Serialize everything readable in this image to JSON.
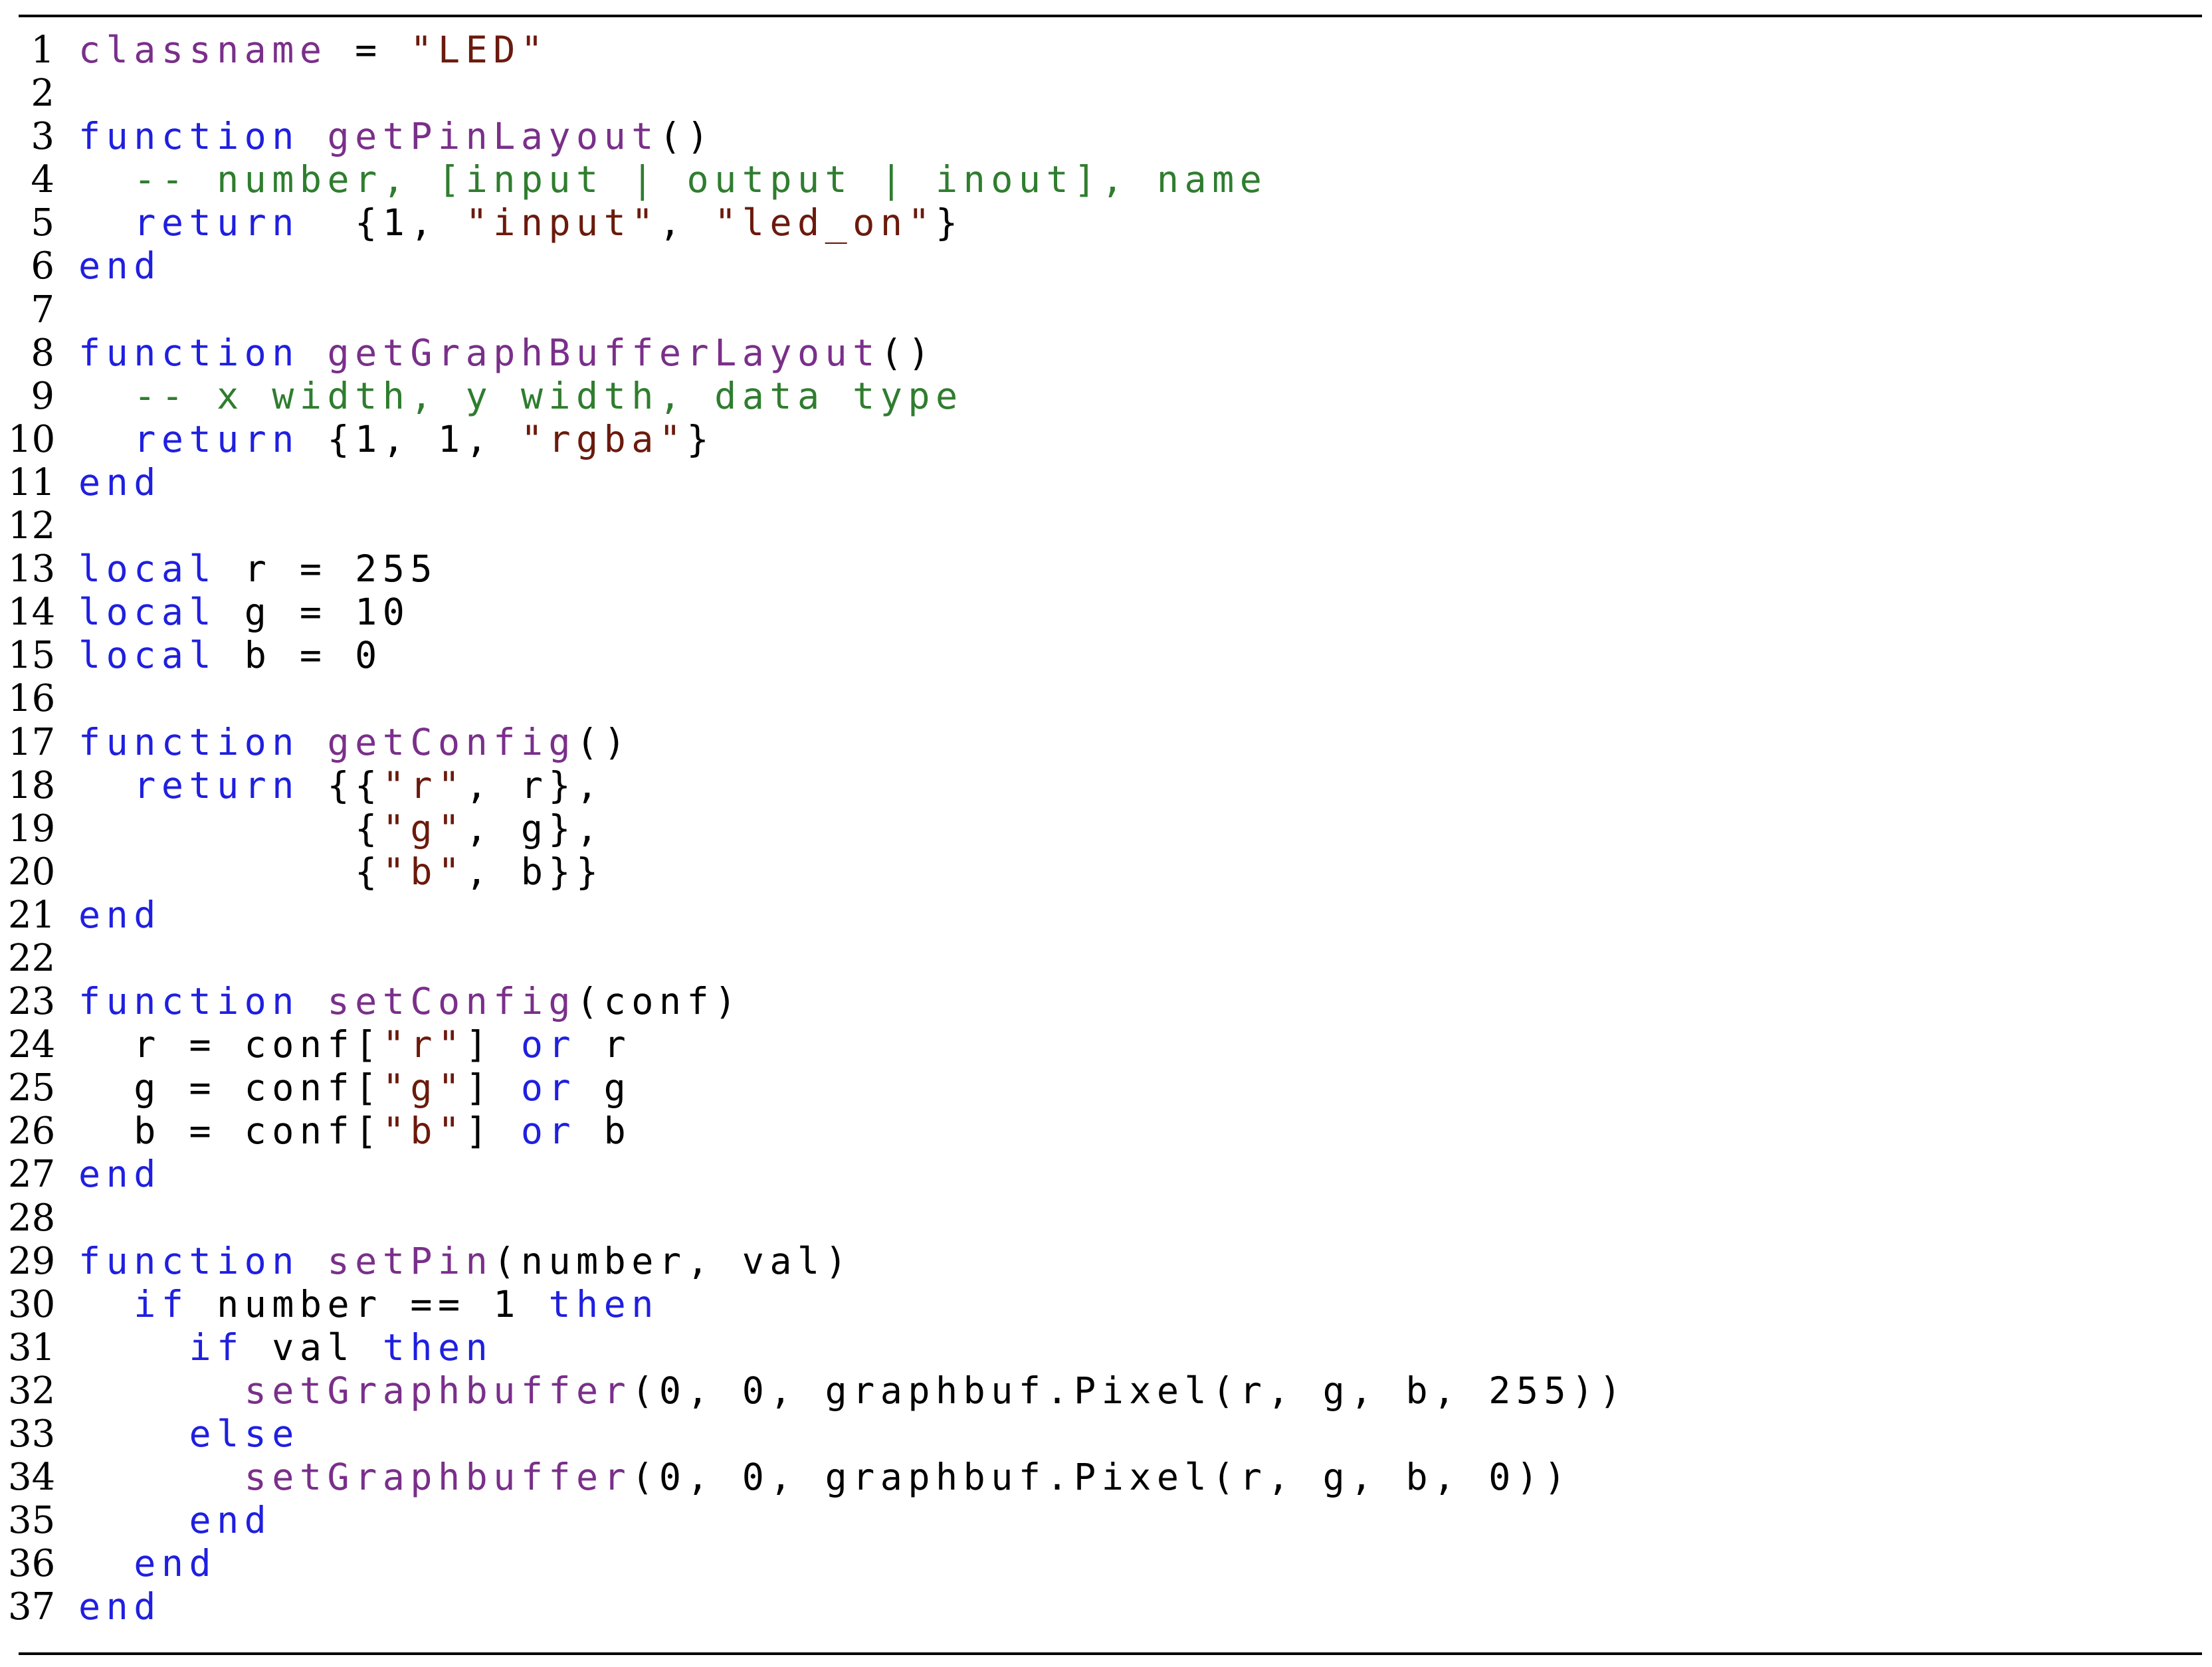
{
  "colors": {
    "keyword": "#1f1fe0",
    "function_name": "#7a2f8a",
    "string": "#6b1a0c",
    "comment": "#2f7d2f",
    "plain": "#000000"
  },
  "lines": [
    {
      "n": "1",
      "tokens": [
        {
          "t": "fn",
          "v": "classname"
        },
        {
          "t": "pl",
          "v": " = "
        },
        {
          "t": "str",
          "v": "\"LED\""
        }
      ]
    },
    {
      "n": "2",
      "tokens": []
    },
    {
      "n": "3",
      "tokens": [
        {
          "t": "kw",
          "v": "function"
        },
        {
          "t": "pl",
          "v": " "
        },
        {
          "t": "fn",
          "v": "getPinLayout"
        },
        {
          "t": "pl",
          "v": "()"
        }
      ]
    },
    {
      "n": "4",
      "tokens": [
        {
          "t": "pl",
          "v": "  "
        },
        {
          "t": "cm",
          "v": "-- number, [input | output | inout], name"
        }
      ]
    },
    {
      "n": "5",
      "tokens": [
        {
          "t": "pl",
          "v": "  "
        },
        {
          "t": "kw",
          "v": "return"
        },
        {
          "t": "pl",
          "v": "  {1, "
        },
        {
          "t": "str",
          "v": "\"input\""
        },
        {
          "t": "pl",
          "v": ", "
        },
        {
          "t": "str",
          "v": "\"led_on\""
        },
        {
          "t": "pl",
          "v": "}"
        }
      ]
    },
    {
      "n": "6",
      "tokens": [
        {
          "t": "kw",
          "v": "end"
        }
      ]
    },
    {
      "n": "7",
      "tokens": []
    },
    {
      "n": "8",
      "tokens": [
        {
          "t": "kw",
          "v": "function"
        },
        {
          "t": "pl",
          "v": " "
        },
        {
          "t": "fn",
          "v": "getGraphBufferLayout"
        },
        {
          "t": "pl",
          "v": "()"
        }
      ]
    },
    {
      "n": "9",
      "tokens": [
        {
          "t": "pl",
          "v": "  "
        },
        {
          "t": "cm",
          "v": "-- x width, y width, data type"
        }
      ]
    },
    {
      "n": "10",
      "tokens": [
        {
          "t": "pl",
          "v": "  "
        },
        {
          "t": "kw",
          "v": "return"
        },
        {
          "t": "pl",
          "v": " {1, 1, "
        },
        {
          "t": "str",
          "v": "\"rgba\""
        },
        {
          "t": "pl",
          "v": "}"
        }
      ]
    },
    {
      "n": "11",
      "tokens": [
        {
          "t": "kw",
          "v": "end"
        }
      ]
    },
    {
      "n": "12",
      "tokens": []
    },
    {
      "n": "13",
      "tokens": [
        {
          "t": "kw",
          "v": "local"
        },
        {
          "t": "pl",
          "v": " r = 255"
        }
      ]
    },
    {
      "n": "14",
      "tokens": [
        {
          "t": "kw",
          "v": "local"
        },
        {
          "t": "pl",
          "v": " g = 10"
        }
      ]
    },
    {
      "n": "15",
      "tokens": [
        {
          "t": "kw",
          "v": "local"
        },
        {
          "t": "pl",
          "v": " b = 0"
        }
      ]
    },
    {
      "n": "16",
      "tokens": []
    },
    {
      "n": "17",
      "tokens": [
        {
          "t": "kw",
          "v": "function"
        },
        {
          "t": "pl",
          "v": " "
        },
        {
          "t": "fn",
          "v": "getConfig"
        },
        {
          "t": "pl",
          "v": "()"
        }
      ]
    },
    {
      "n": "18",
      "tokens": [
        {
          "t": "pl",
          "v": "  "
        },
        {
          "t": "kw",
          "v": "return"
        },
        {
          "t": "pl",
          "v": " {{"
        },
        {
          "t": "str",
          "v": "\"r\""
        },
        {
          "t": "pl",
          "v": ", r},"
        }
      ]
    },
    {
      "n": "19",
      "tokens": [
        {
          "t": "pl",
          "v": "          {"
        },
        {
          "t": "str",
          "v": "\"g\""
        },
        {
          "t": "pl",
          "v": ", g},"
        }
      ]
    },
    {
      "n": "20",
      "tokens": [
        {
          "t": "pl",
          "v": "          {"
        },
        {
          "t": "str",
          "v": "\"b\""
        },
        {
          "t": "pl",
          "v": ", b}}"
        }
      ]
    },
    {
      "n": "21",
      "tokens": [
        {
          "t": "kw",
          "v": "end"
        }
      ]
    },
    {
      "n": "22",
      "tokens": []
    },
    {
      "n": "23",
      "tokens": [
        {
          "t": "kw",
          "v": "function"
        },
        {
          "t": "pl",
          "v": " "
        },
        {
          "t": "fn",
          "v": "setConfig"
        },
        {
          "t": "pl",
          "v": "(conf)"
        }
      ]
    },
    {
      "n": "24",
      "tokens": [
        {
          "t": "pl",
          "v": "  r = conf["
        },
        {
          "t": "str",
          "v": "\"r\""
        },
        {
          "t": "pl",
          "v": "] "
        },
        {
          "t": "kw",
          "v": "or"
        },
        {
          "t": "pl",
          "v": " r"
        }
      ]
    },
    {
      "n": "25",
      "tokens": [
        {
          "t": "pl",
          "v": "  g = conf["
        },
        {
          "t": "str",
          "v": "\"g\""
        },
        {
          "t": "pl",
          "v": "] "
        },
        {
          "t": "kw",
          "v": "or"
        },
        {
          "t": "pl",
          "v": " g"
        }
      ]
    },
    {
      "n": "26",
      "tokens": [
        {
          "t": "pl",
          "v": "  b = conf["
        },
        {
          "t": "str",
          "v": "\"b\""
        },
        {
          "t": "pl",
          "v": "] "
        },
        {
          "t": "kw",
          "v": "or"
        },
        {
          "t": "pl",
          "v": " b"
        }
      ]
    },
    {
      "n": "27",
      "tokens": [
        {
          "t": "kw",
          "v": "end"
        }
      ]
    },
    {
      "n": "28",
      "tokens": []
    },
    {
      "n": "29",
      "tokens": [
        {
          "t": "kw",
          "v": "function"
        },
        {
          "t": "pl",
          "v": " "
        },
        {
          "t": "fn",
          "v": "setPin"
        },
        {
          "t": "pl",
          "v": "(number, val)"
        }
      ]
    },
    {
      "n": "30",
      "tokens": [
        {
          "t": "pl",
          "v": "  "
        },
        {
          "t": "kw",
          "v": "if"
        },
        {
          "t": "pl",
          "v": " number == 1 "
        },
        {
          "t": "kw",
          "v": "then"
        }
      ]
    },
    {
      "n": "31",
      "tokens": [
        {
          "t": "pl",
          "v": "    "
        },
        {
          "t": "kw",
          "v": "if"
        },
        {
          "t": "pl",
          "v": " val "
        },
        {
          "t": "kw",
          "v": "then"
        }
      ]
    },
    {
      "n": "32",
      "tokens": [
        {
          "t": "pl",
          "v": "      "
        },
        {
          "t": "fn",
          "v": "setGraphbuffer"
        },
        {
          "t": "pl",
          "v": "(0, 0, graphbuf.Pixel(r, g, b, 255))"
        }
      ]
    },
    {
      "n": "33",
      "tokens": [
        {
          "t": "pl",
          "v": "    "
        },
        {
          "t": "kw",
          "v": "else"
        }
      ]
    },
    {
      "n": "34",
      "tokens": [
        {
          "t": "pl",
          "v": "      "
        },
        {
          "t": "fn",
          "v": "setGraphbuffer"
        },
        {
          "t": "pl",
          "v": "(0, 0, graphbuf.Pixel(r, g, b, 0))"
        }
      ]
    },
    {
      "n": "35",
      "tokens": [
        {
          "t": "pl",
          "v": "    "
        },
        {
          "t": "kw",
          "v": "end"
        }
      ]
    },
    {
      "n": "36",
      "tokens": [
        {
          "t": "pl",
          "v": "  "
        },
        {
          "t": "kw",
          "v": "end"
        }
      ]
    },
    {
      "n": "37",
      "tokens": [
        {
          "t": "kw",
          "v": "end"
        }
      ]
    }
  ]
}
